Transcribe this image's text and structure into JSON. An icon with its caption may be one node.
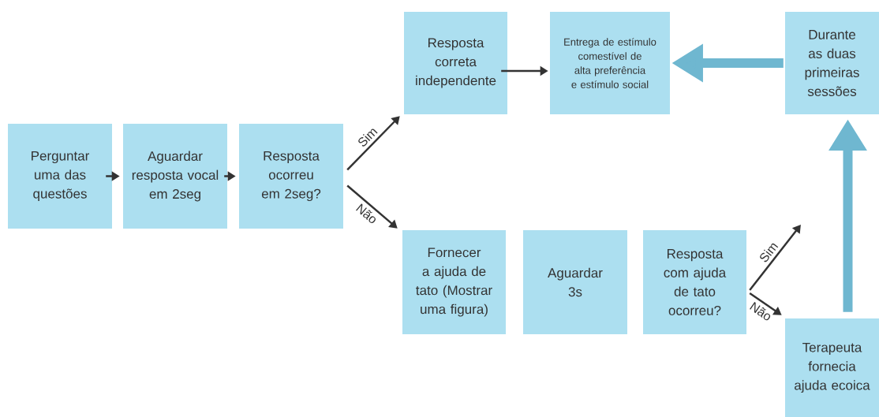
{
  "diagram": {
    "nodes": [
      {
        "text": [
          "Perguntar uma das questões"
        ]
      },
      {
        "text": [
          "Aguardar resposta vocal em 2seg"
        ]
      },
      {
        "text": [
          "Resposta ocorreu em 2seg?"
        ]
      },
      {
        "text": [
          "Resposta correta independente"
        ]
      },
      {
        "text": [
          "Entrega de estímulo comestível de alta preferência e estímulo social"
        ]
      },
      {
        "text": [
          "Durante as duas primeiras sessões"
        ]
      },
      {
        "text": [
          "Fornecer a ajuda de tato (Mostrar uma figura)"
        ]
      },
      {
        "text": [
          "Aguardar 3s"
        ]
      },
      {
        "text": [
          "Resposta com ajuda de tato ocorreu?"
        ]
      },
      {
        "text": [
          "Terapeuta fornecia ajuda ecoica"
        ]
      }
    ],
    "edges": [
      {
        "from": 0,
        "to": 1,
        "arrow": "to"
      },
      {
        "from": 1,
        "to": 2,
        "arrow": "to"
      },
      {
        "from": 2,
        "to": 3,
        "arrow": "to",
        "label": "Sim"
      },
      {
        "from": 2,
        "to": 6,
        "arrow": "to",
        "label": "Não"
      },
      {
        "from": 3,
        "to": 4,
        "arrow": "to"
      },
      {
        "from": 5,
        "to": 4,
        "arrow": "to",
        "style": "thick",
        "color": "#6fb7d0"
      },
      {
        "from": 8,
        "to": null,
        "arrow": "to",
        "label": "Sim"
      },
      {
        "from": 8,
        "to": 9,
        "arrow": "to",
        "label": "Não"
      },
      {
        "from": 9,
        "to": 5,
        "arrow": "to",
        "style": "thick",
        "color": "#6fb7d0"
      }
    ]
  }
}
